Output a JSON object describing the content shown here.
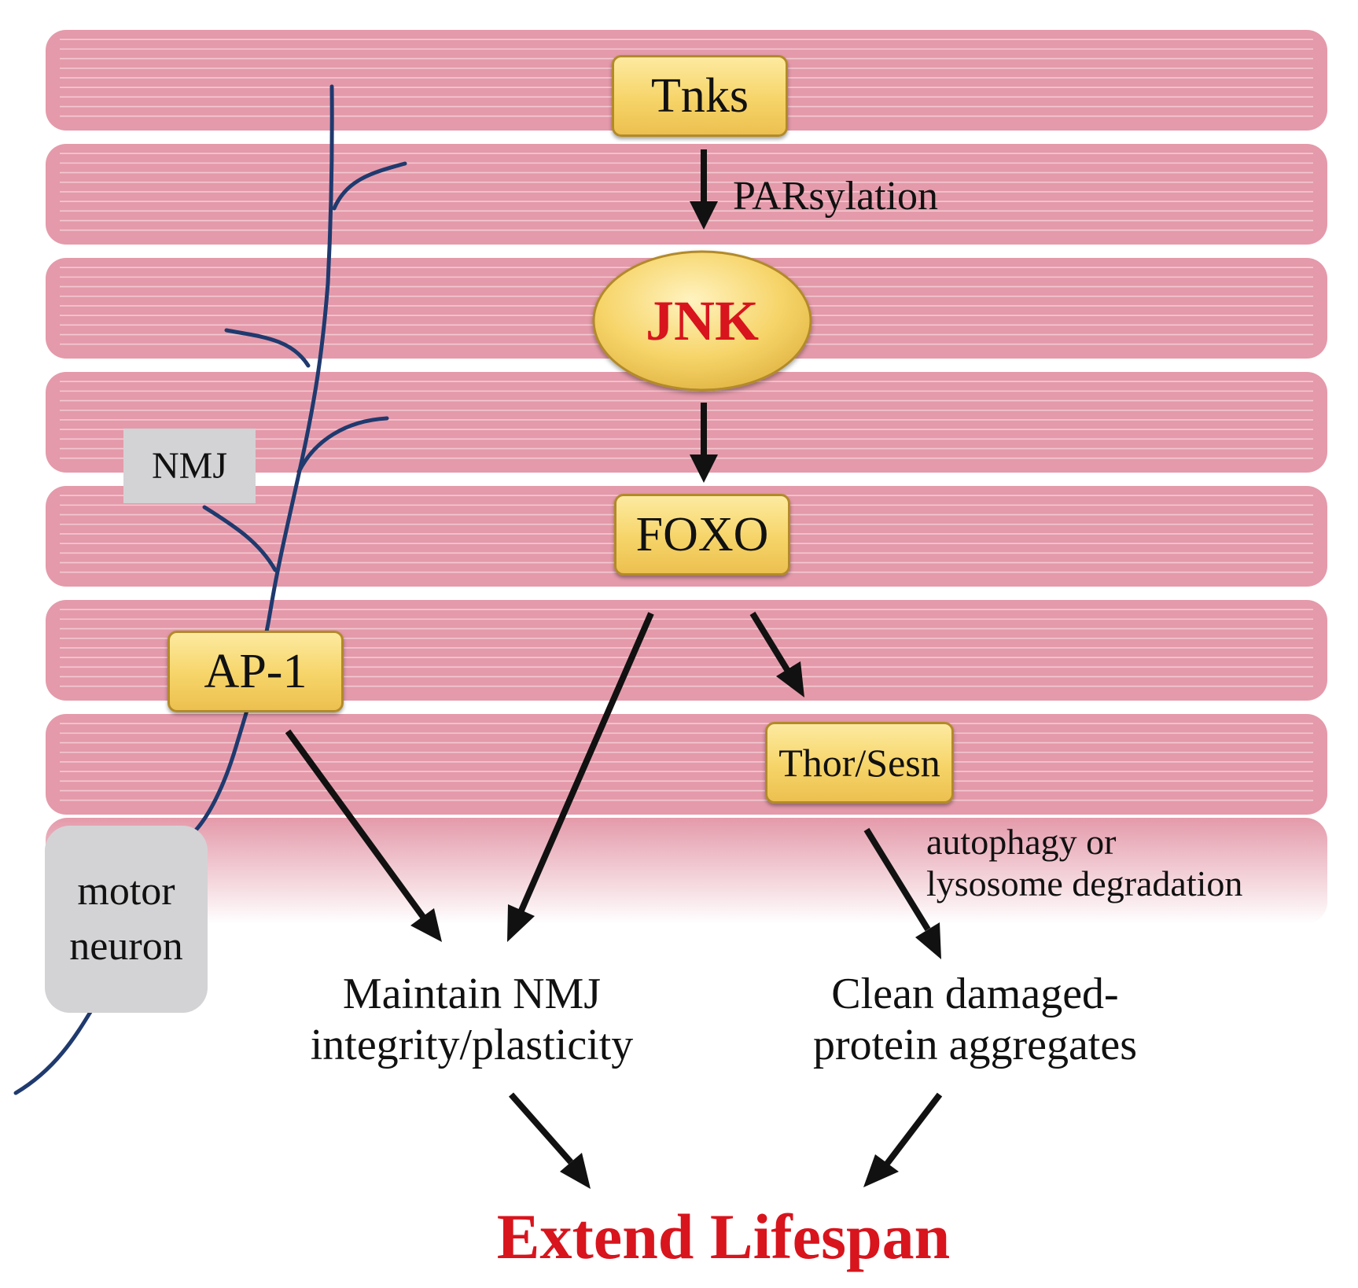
{
  "nodes": {
    "tnks": "Tnks",
    "jnk": "JNK",
    "foxo": "FOXO",
    "ap1": "AP-1",
    "thor_sesn": "Thor/Sesn",
    "nmj": "NMJ",
    "motor_neuron": [
      "motor",
      "neuron"
    ]
  },
  "edge_labels": {
    "parsylation": "PARsylation",
    "autophagy": [
      "autophagy or",
      "lysosome degradation"
    ]
  },
  "outcomes": {
    "maintain": [
      "Maintain NMJ",
      "integrity/plasticity"
    ],
    "clean": [
      "Clean damaged-",
      "protein aggregates"
    ]
  },
  "result": "Extend Lifespan",
  "colors": {
    "muscle_pink": "#e49aaa",
    "muscle_stripe": "#f6d2da",
    "box_yellow": "#f6d468",
    "box_border": "#b28a2a",
    "neuron_blue": "#1f3a6e",
    "grey_box": "#d3d3d5",
    "accent_red": "#d8141d",
    "arrow": "#111111"
  }
}
